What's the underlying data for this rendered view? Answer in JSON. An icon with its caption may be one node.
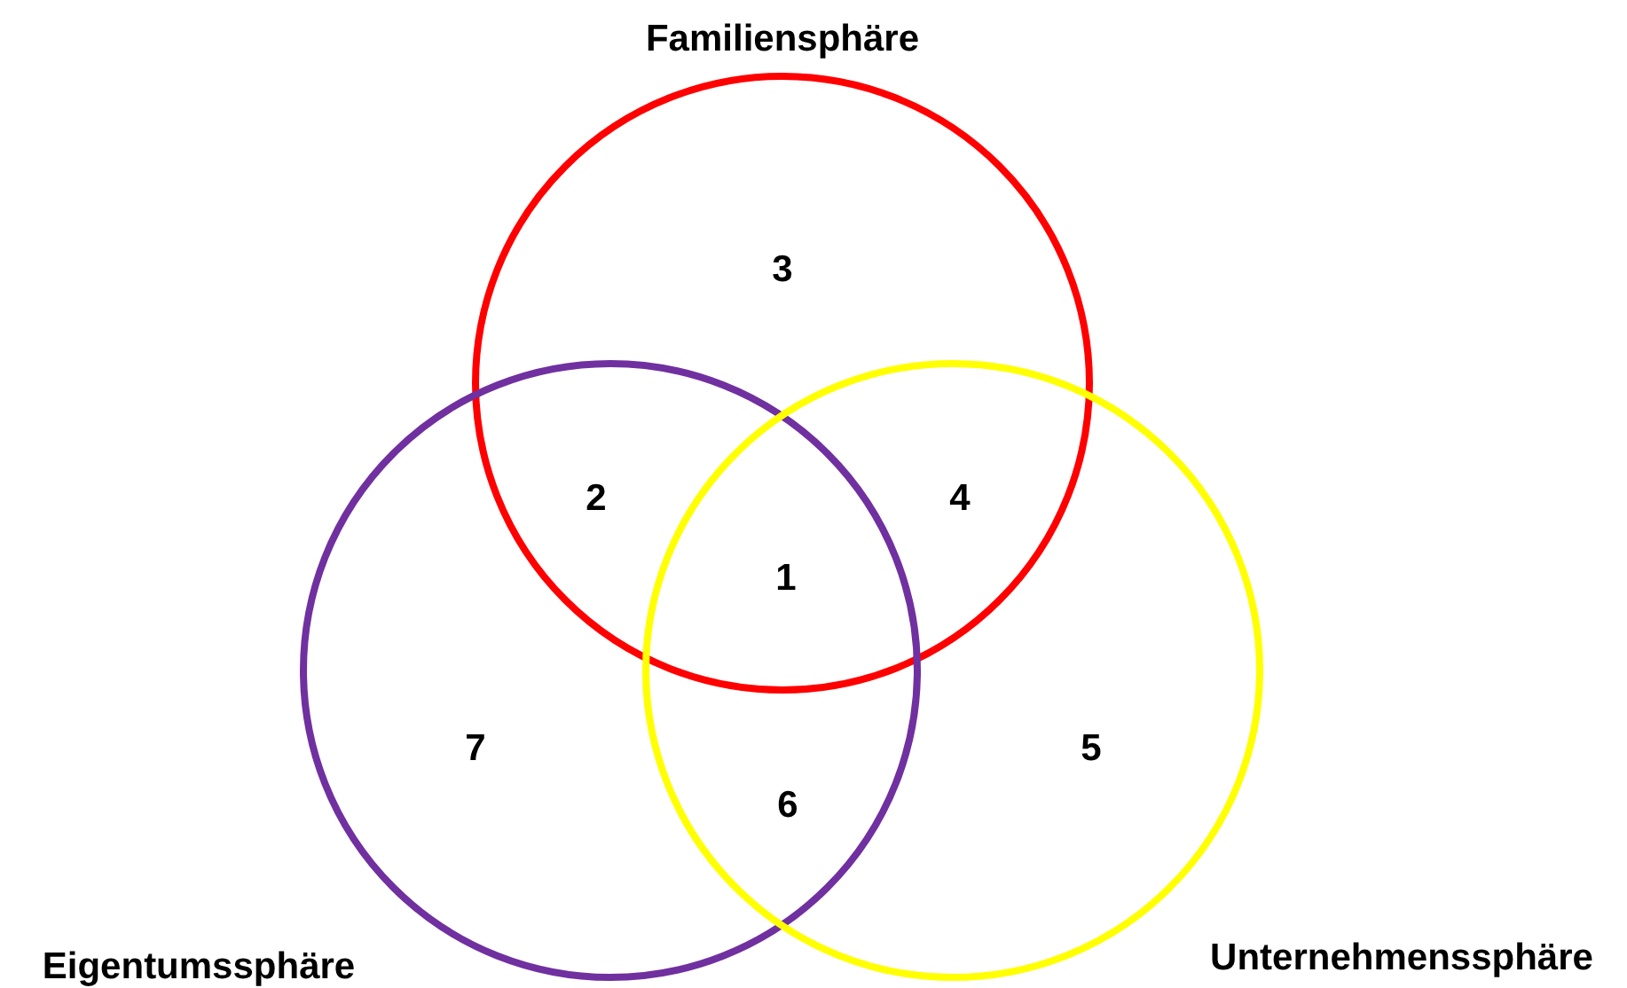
{
  "diagram": {
    "nodes": [
      {
        "text": [
          "Familiensphäre"
        ]
      },
      {
        "text": [
          "Eigentumssphäre"
        ]
      },
      {
        "text": [
          "Unternehmenssphäre"
        ]
      }
    ],
    "labels": [
      "3",
      "2",
      "4",
      "1",
      "7",
      "5",
      "6"
    ]
  }
}
